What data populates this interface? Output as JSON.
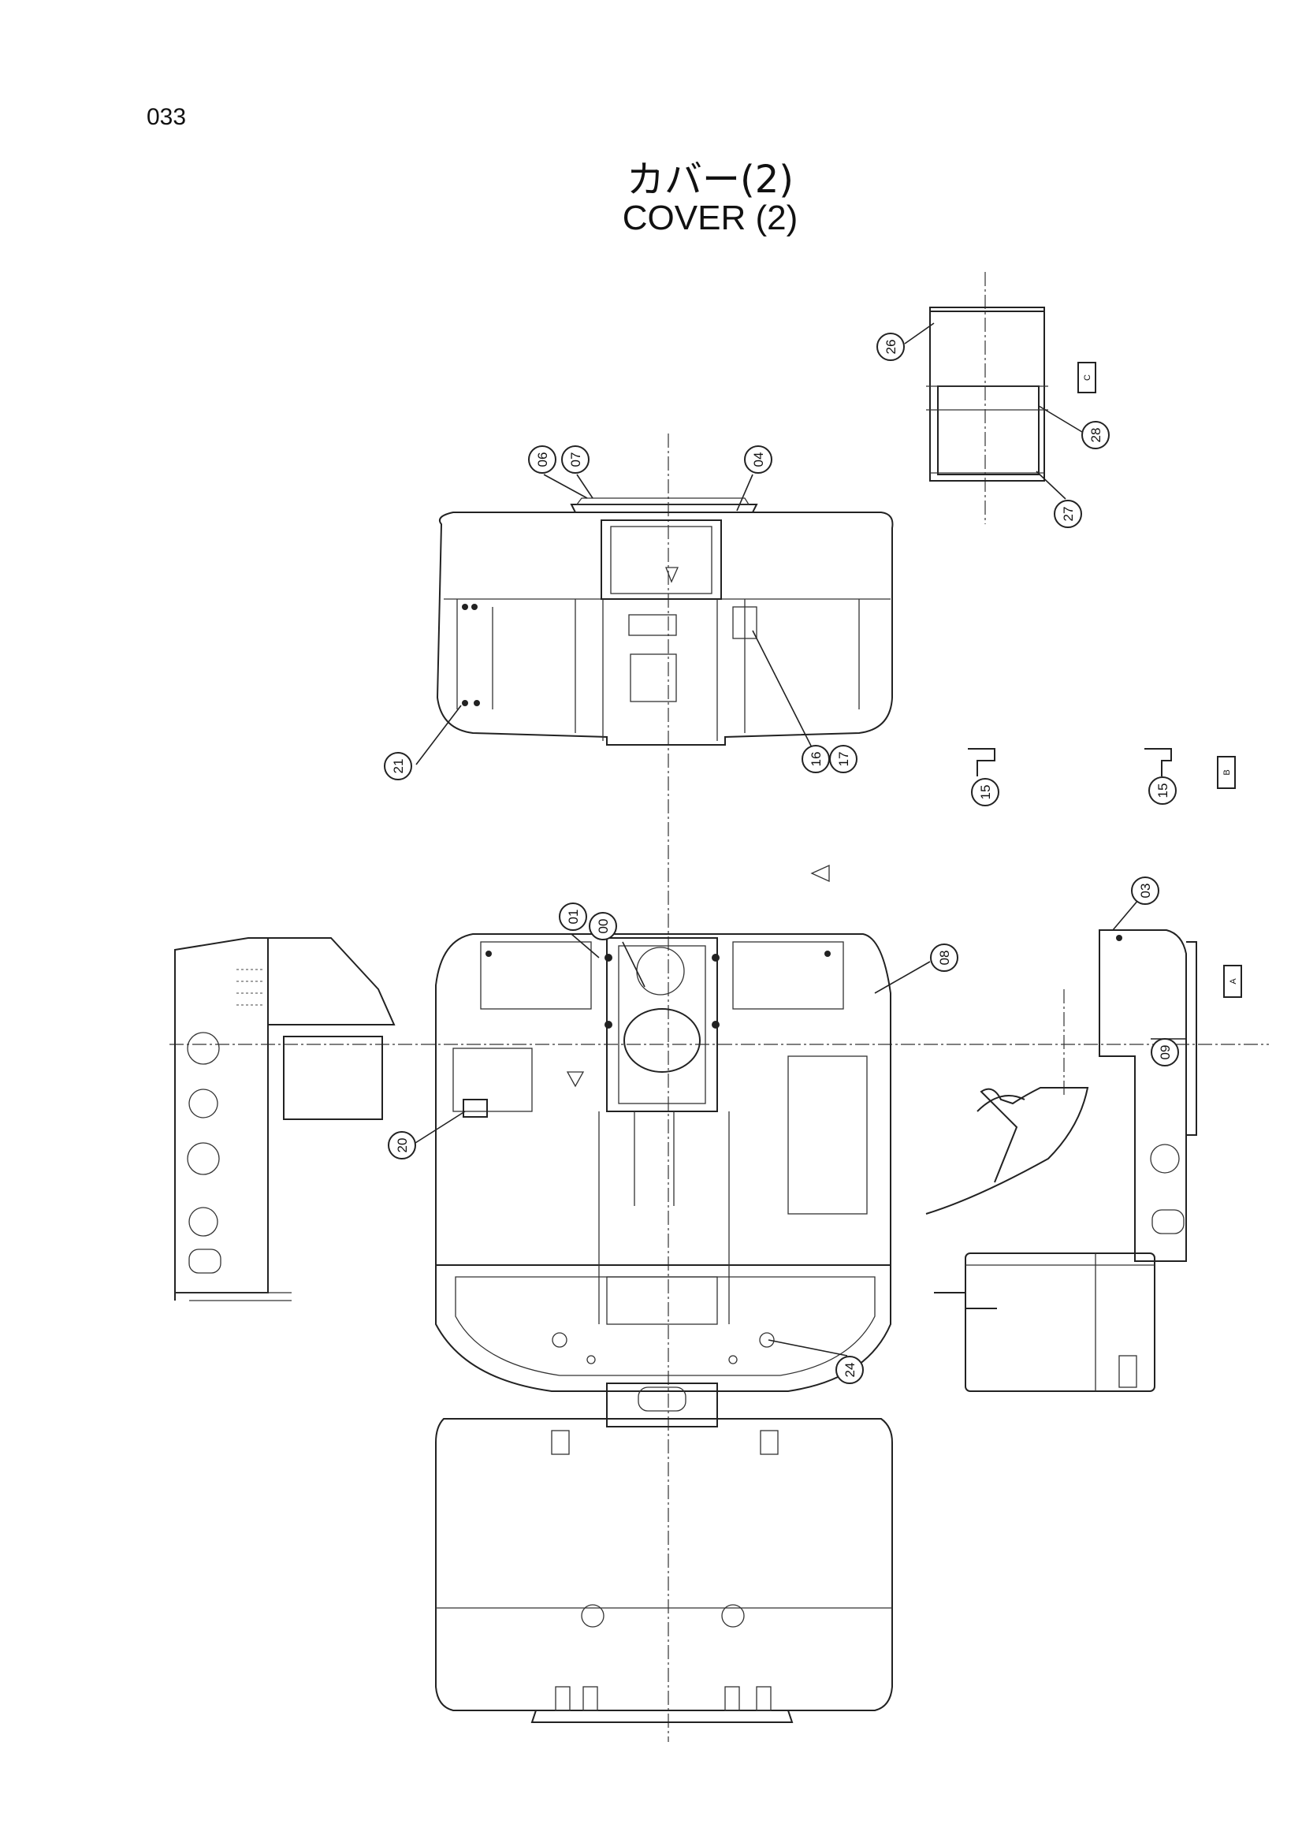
{
  "page": {
    "number": "033",
    "title_jp": "カバー(2)",
    "title_en": "COVER (2)"
  },
  "callouts": [
    {
      "id": "callout-26",
      "label": "26"
    },
    {
      "id": "callout-28",
      "label": "28"
    },
    {
      "id": "callout-27",
      "label": "27"
    },
    {
      "id": "callout-06",
      "label": "06"
    },
    {
      "id": "callout-07",
      "label": "07"
    },
    {
      "id": "callout-04",
      "label": "04"
    },
    {
      "id": "callout-21",
      "label": "21"
    },
    {
      "id": "callout-16",
      "label": "16"
    },
    {
      "id": "callout-17",
      "label": "17"
    },
    {
      "id": "callout-15a",
      "label": "15"
    },
    {
      "id": "callout-15b",
      "label": "15"
    },
    {
      "id": "callout-01",
      "label": "01"
    },
    {
      "id": "callout-00",
      "label": "00"
    },
    {
      "id": "callout-08",
      "label": "08"
    },
    {
      "id": "callout-03",
      "label": "03"
    },
    {
      "id": "callout-09",
      "label": "09"
    },
    {
      "id": "callout-20",
      "label": "20"
    },
    {
      "id": "callout-24",
      "label": "24"
    }
  ],
  "view_tags": [
    {
      "id": "view-tag-c",
      "label": "C"
    },
    {
      "id": "view-tag-b",
      "label": "B"
    },
    {
      "id": "view-tag-a",
      "label": "A"
    }
  ]
}
